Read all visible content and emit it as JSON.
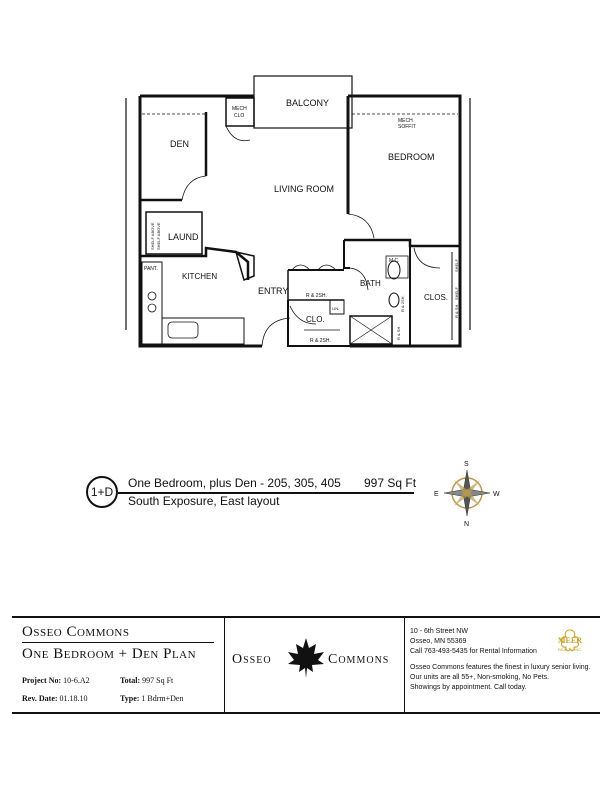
{
  "rooms": {
    "balcony": "BALCONY",
    "mech_clo": [
      "MECH",
      "CLO"
    ],
    "mech_soffit": [
      "MECH",
      "SOFFIT"
    ],
    "den": "DEN",
    "bedroom": "BEDROOM",
    "living_room": "LIVING ROOM",
    "laund": "LAUND",
    "kitchen": "KITCHEN",
    "pant": "PANT.",
    "entry": "ENTRY",
    "bath": "BATH",
    "clo": "CLO.",
    "clos": "CLOS.",
    "lin": "LIN.",
    "mc": "M.C.",
    "rsh1": "R & 2SH.",
    "rsh2": "R & 2SH.",
    "rsh3": "R & SH.",
    "rsh4": "R & 2SH.",
    "rsh5": "R & SH.",
    "shelf1": "SHELF ABOVE",
    "shelf2": "SHELF ABOVE",
    "shelf3": "SHELF",
    "shelf4": "SHELF"
  },
  "unit": {
    "badge": "1+D",
    "title": "One Bedroom, plus Den - 205, 305, 405",
    "sqft": "997 Sq Ft",
    "exposure": "South Exposure, East layout"
  },
  "compass": {
    "n": "N",
    "s": "S",
    "e": "E",
    "w": "W"
  },
  "title_block": {
    "property_name": "Osseo Commons",
    "plan_name": "One Bedroom + Den Plan",
    "project_no_label": "Project No:",
    "project_no": "10-6.A2",
    "total_label": "Total:",
    "total": "997 Sq Ft",
    "rev_date_label": "Rev. Date:",
    "rev_date": "01.18.10",
    "type_label": "Type:",
    "type": "1 Bdrm+Den",
    "logo_left": "Osseo",
    "logo_right": "Commons",
    "address_line1": "10 - 6th Street NW",
    "address_line2": "Osseo, MN 55369",
    "phone_line": "Call 763-493-5435 for Rental Information",
    "desc_line1": "Osseo Commons features the finest in luxury senior living.",
    "desc_line2": "Our units are all 55+, Non-smoking, No Pets.",
    "desc_line3": "Showings by appointment.  Call today.",
    "realty_logo": "MEER",
    "realty_sub": "REALTY INC"
  },
  "colors": {
    "ink": "#111111",
    "compass_gold": "#b89a4a",
    "meer_gold": "#c9a227"
  }
}
